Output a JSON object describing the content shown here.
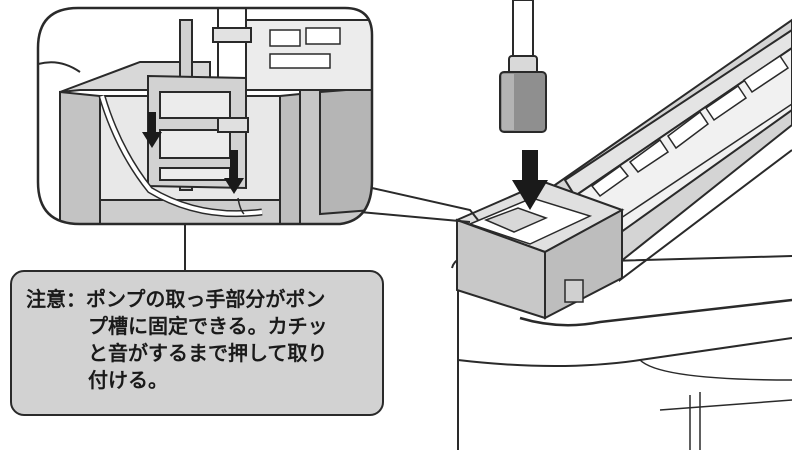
{
  "note": {
    "heading": "注意：",
    "lines": [
      "ポンプの取っ手部分がポン",
      "プ槽に固定できる。カチッ",
      "と音がするまで押して取り",
      "付ける。"
    ]
  },
  "colors": {
    "outline": "#2a2a2a",
    "box_fill": "#d2d2d2",
    "part_gray": "#c4c4c4",
    "dark_gray": "#9a9a9a"
  },
  "icons": [
    "arrow-down-icon"
  ]
}
